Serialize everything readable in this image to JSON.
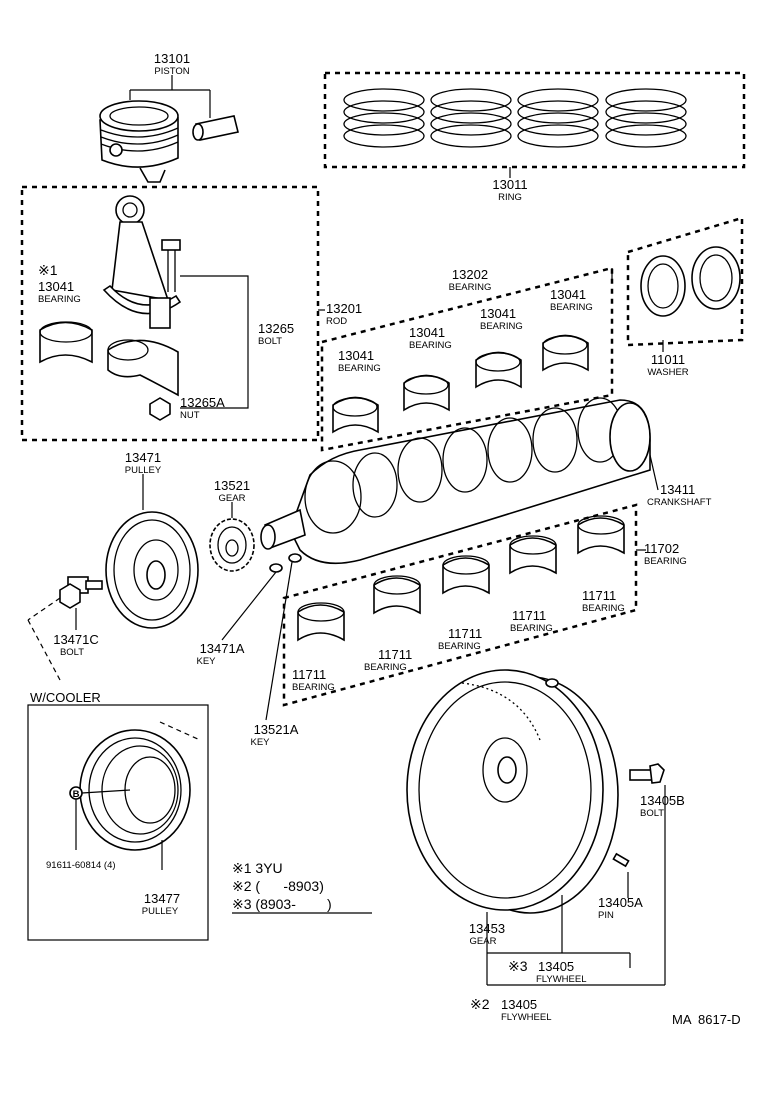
{
  "labels": {
    "piston": {
      "num": "13101",
      "name": "PISTON"
    },
    "ring": {
      "num": "13011",
      "name": "RING"
    },
    "rod_bearing": {
      "mark": "※1",
      "num": "13041",
      "name": "BEARING"
    },
    "rod": {
      "num": "13201",
      "name": "ROD"
    },
    "rod_bolt": {
      "num": "13265",
      "name": "BOLT"
    },
    "rod_nut": {
      "num": "13265A",
      "name": "NUT"
    },
    "bearing_set_upper": {
      "num": "13202",
      "name": "BEARING"
    },
    "upper_bearing_1": {
      "num": "13041",
      "name": "BEARING"
    },
    "upper_bearing_2": {
      "num": "13041",
      "name": "BEARING"
    },
    "upper_bearing_3": {
      "num": "13041",
      "name": "BEARING"
    },
    "upper_bearing_4": {
      "num": "13041",
      "name": "BEARING"
    },
    "washer": {
      "num": "11011",
      "name": "WASHER"
    },
    "crankshaft": {
      "num": "13411",
      "name": "CRANKSHAFT"
    },
    "pulley": {
      "num": "13471",
      "name": "PULLEY"
    },
    "gear": {
      "num": "13521",
      "name": "GEAR"
    },
    "bearing_set_lower": {
      "num": "11702",
      "name": "BEARING"
    },
    "lower_bearing_1": {
      "num": "11711",
      "name": "BEARING"
    },
    "lower_bearing_2": {
      "num": "11711",
      "name": "BEARING"
    },
    "lower_bearing_3": {
      "num": "11711",
      "name": "BEARING"
    },
    "lower_bearing_4": {
      "num": "11711",
      "name": "BEARING"
    },
    "lower_bearing_5": {
      "num": "11711",
      "name": "BEARING"
    },
    "pulley_bolt": {
      "num": "13471C",
      "name": "BOLT"
    },
    "key_a": {
      "num": "13471A",
      "name": "KEY"
    },
    "key_b": {
      "num": "13521A",
      "name": "KEY"
    },
    "cooler": {
      "title": "W/COOLER",
      "bolt_num": "91611-60814 (4)",
      "bolt_mark": "B",
      "pulley_num": "13477",
      "pulley_name": "PULLEY"
    },
    "flywheel_bolt": {
      "num": "13405B",
      "name": "BOLT"
    },
    "flywheel_pin": {
      "num": "13405A",
      "name": "PIN"
    },
    "flywheel_gear": {
      "num": "13453",
      "name": "GEAR"
    },
    "flywheel_3": {
      "mark": "※3",
      "num": "13405",
      "name": "FLYWHEEL"
    },
    "flywheel_2": {
      "mark": "※2",
      "num": "13405",
      "name": "FLYWHEEL"
    }
  },
  "notes": {
    "n1": "※1 3YU",
    "n2": "※2 (      -8903)",
    "n3": "※3 (8903-        )"
  },
  "drawing_code": "MA  8617-D"
}
